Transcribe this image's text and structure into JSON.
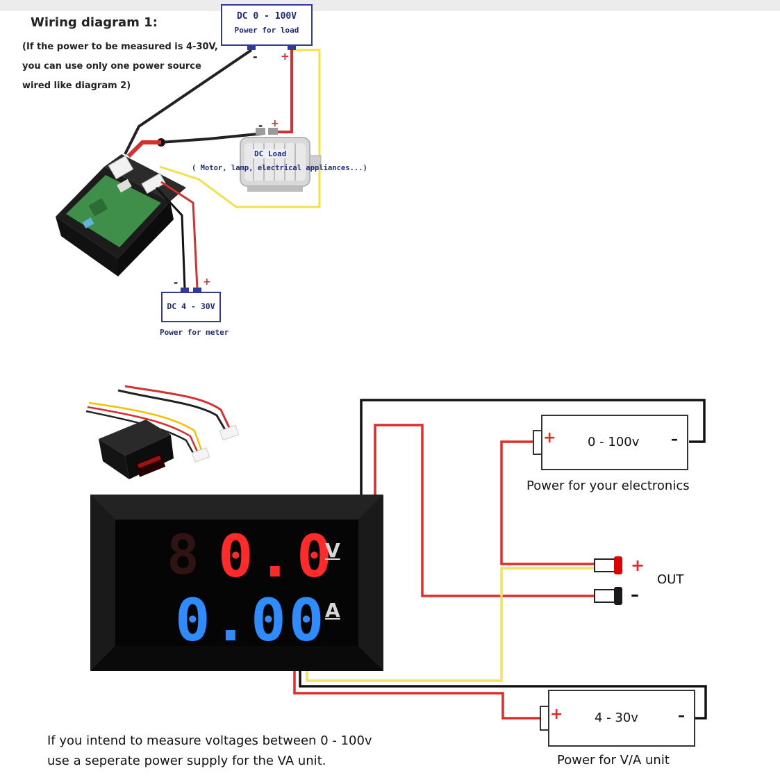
{
  "diagram1": {
    "title": "Wiring diagram 1:",
    "note_lines": [
      "(If the power to be measured is 4-30V,",
      "you can use only one power source",
      "wired like diagram 2)"
    ],
    "load_supply": {
      "voltage": "DC 0 - 100V",
      "caption": "Power for load"
    },
    "load": {
      "label": "DC Load",
      "caption": "( Motor, lamp, electrical appliances...)"
    },
    "meter_supply": {
      "voltage": "DC 4 - 30V",
      "caption": "Power for meter"
    },
    "plus": "+",
    "minus": "-"
  },
  "diagram2": {
    "display": {
      "voltage_reading": "0.0",
      "current_reading": "0.00",
      "voltage_unit": "V",
      "current_unit": "A",
      "voltage_color": "#ff2a2a",
      "current_color": "#2f8cff"
    },
    "supply_electronics": {
      "voltage": "0 - 100v",
      "caption": "Power for your electronics"
    },
    "output": {
      "label": "OUT"
    },
    "supply_meter": {
      "voltage": "4 - 30v",
      "caption": "Power for V/A unit"
    },
    "plus": "+",
    "minus": "–",
    "note_lines": [
      "If you intend to measure voltages between 0 - 100v",
      "use a seperate power supply for the VA unit."
    ]
  }
}
